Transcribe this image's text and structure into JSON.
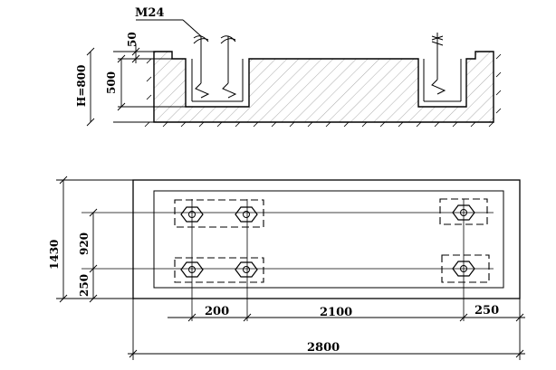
{
  "diagram": {
    "section": {
      "bolt_label": "M24",
      "dim_top": "50",
      "dim_pocket": "500",
      "dim_height": "H=800"
    },
    "plan": {
      "dim_total_height": "1430",
      "dim_bolt_spacing_vertical": "920",
      "dim_edge_vertical": "250",
      "dim_edge_left": "200",
      "dim_bolt_spacing_horizontal": "2100",
      "dim_edge_right": "250",
      "dim_total_width": "2800"
    }
  }
}
